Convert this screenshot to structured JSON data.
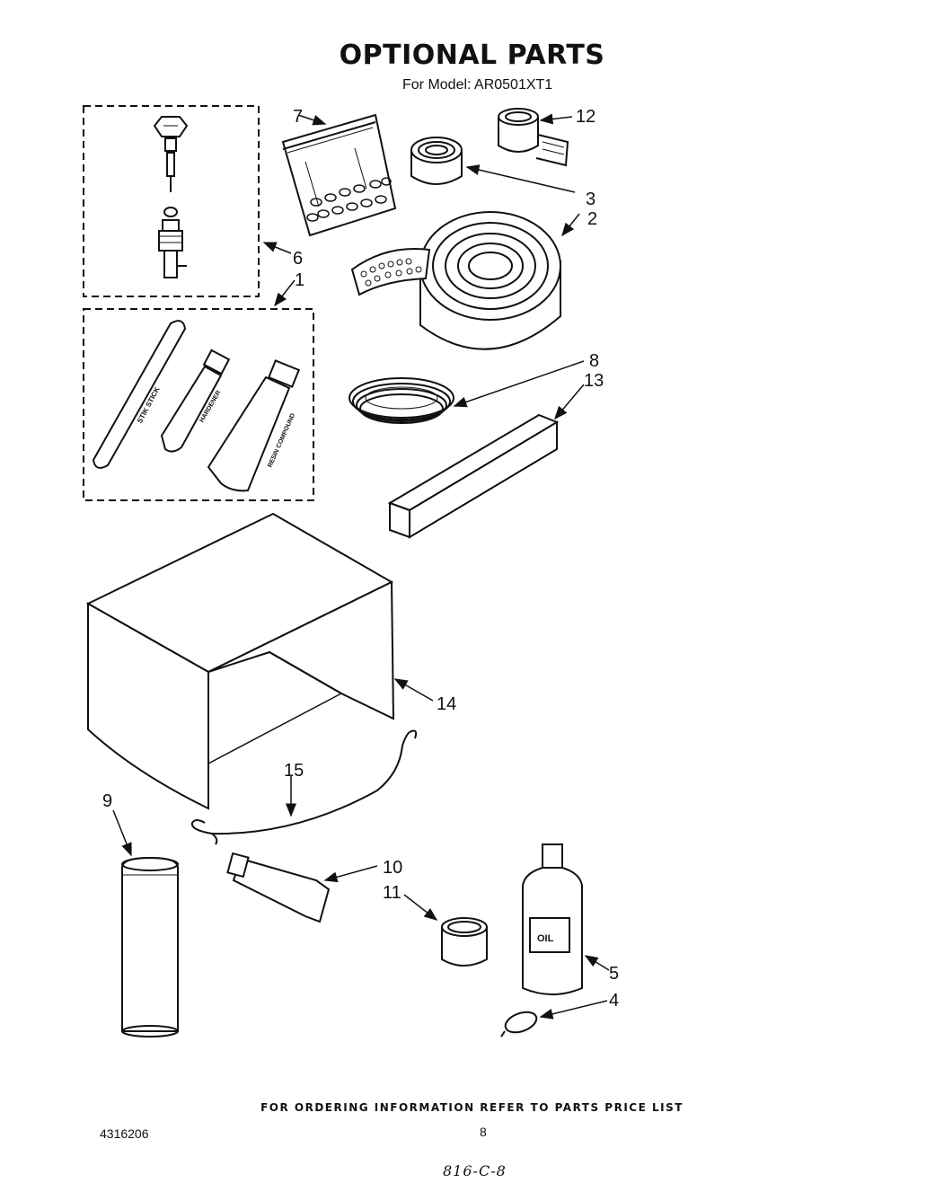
{
  "header": {
    "title": "OPTIONAL PARTS",
    "subtitle": "For Model: AR0501XT1"
  },
  "parts": [
    {
      "ref": "1"
    },
    {
      "ref": "2"
    },
    {
      "ref": "3"
    },
    {
      "ref": "4"
    },
    {
      "ref": "5"
    },
    {
      "ref": "6"
    },
    {
      "ref": "7"
    },
    {
      "ref": "8"
    },
    {
      "ref": "9"
    },
    {
      "ref": "10"
    },
    {
      "ref": "11"
    },
    {
      "ref": "12"
    },
    {
      "ref": "13"
    },
    {
      "ref": "14"
    },
    {
      "ref": "15"
    }
  ],
  "item_labels": {
    "stik": "STIK STICK",
    "harden": "HARDENER",
    "resin": "RESIN COMPOUND",
    "oil": "OIL"
  },
  "footer": {
    "note": "FOR ORDERING INFORMATION REFER TO PARTS PRICE LIST",
    "doc_number": "4316206",
    "page_number": "8",
    "handwritten": "816-C-8"
  }
}
